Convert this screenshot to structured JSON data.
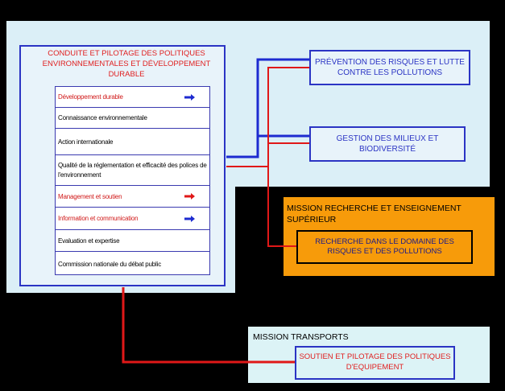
{
  "main": {
    "title": "CONDUITE ET PILOTAGE DES POLITIQUES ENVIRONNEMENTALES ET DÉVELOPPEMENT DURABLE",
    "items": [
      {
        "label": "Développement durable",
        "color": "red",
        "arrow": "blue-arrow-icon"
      },
      {
        "label": "Connaissance environnementale",
        "color": "black"
      },
      {
        "label": "Action internationale",
        "color": "black"
      },
      {
        "label": "Qualité de la réglementation et efficacité des polices de l'environnement",
        "color": "black"
      },
      {
        "label": "Management et soutien",
        "color": "red",
        "arrow": "red-arrow-icon"
      },
      {
        "label": "Information et communication",
        "color": "red",
        "arrow": "blue-arrow-icon"
      },
      {
        "label": "Evaluation et expertise",
        "color": "black"
      },
      {
        "label": "Commission nationale du débat public",
        "color": "black"
      }
    ]
  },
  "right_boxes": {
    "prevention": "PRÉVENTION DES RISQUES ET LUTTE CONTRE LES POLLUTIONS",
    "gestion": "GESTION DES MILIEUX ET BIODIVERSITÉ"
  },
  "mission_recherche": {
    "title": "MISSION RECHERCHE ET ENSEIGNEMENT SUPÉRIEUR",
    "program": "RECHERCHE DANS LE DOMAINE DES RISQUES ET DES POLLUTIONS"
  },
  "mission_transports": {
    "title": "MISSION TRANSPORTS",
    "program": "SOUTIEN ET PILOTAGE DES POLITIQUES D'EQUIPEMENT"
  },
  "colors": {
    "blue_link": "#1d2bd0",
    "red_link": "#e01818",
    "green_link": "#1f8a3a",
    "orange_panel": "#f79b0a"
  }
}
